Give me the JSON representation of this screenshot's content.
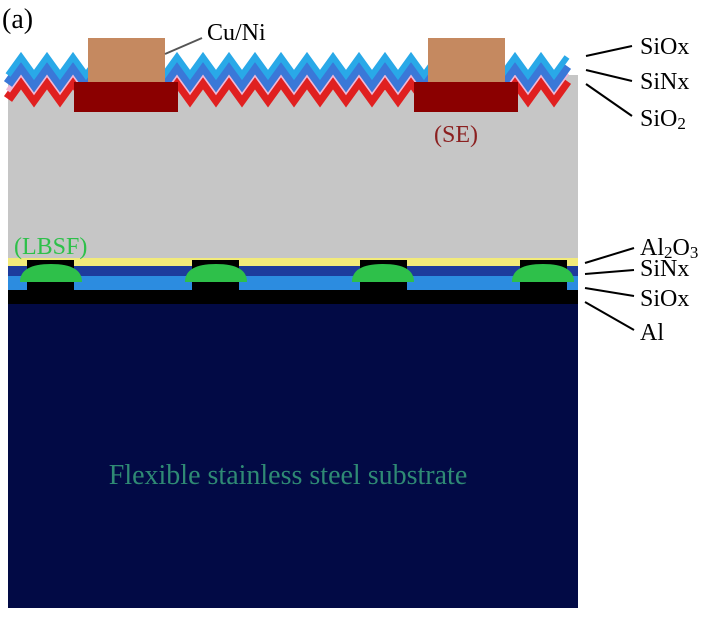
{
  "panel_label": "(a)",
  "labels": {
    "contact": "Cu/Ni",
    "selective_emitter": "(SE)",
    "lbsf": "(LBSF)",
    "substrate": "Flexible stainless steel substrate"
  },
  "front_layers": [
    {
      "text": "SiOx"
    },
    {
      "text": "SiNx"
    },
    {
      "text": "SiO2",
      "main": "SiO",
      "sub": "2"
    }
  ],
  "rear_layers": [
    {
      "text": "Al2O3",
      "main1": "Al",
      "sub": "2",
      "main2": "O",
      "sub2": "3"
    },
    {
      "text": "SiNx"
    },
    {
      "text": "SiOx"
    },
    {
      "text": "Al"
    }
  ],
  "colors": {
    "silicon": "#c6c6c6",
    "substrate": "#020a45",
    "contact_metal": "#c58960",
    "selective_emitter": "#8b0000",
    "lbsf": "#2ec04a",
    "sio2_front": "#e02020",
    "sinx_front": "#3a78d8",
    "siox_front": "#29a9e8",
    "al2o3": "#f2ea7a",
    "sinx_rear": "#1d3b9c",
    "siox_rear": "#2c8ce0",
    "aluminum": "#000000",
    "substrate_text": "#2f8a74",
    "se_text": "#8b2020",
    "lbsf_text": "#2ec04a"
  }
}
